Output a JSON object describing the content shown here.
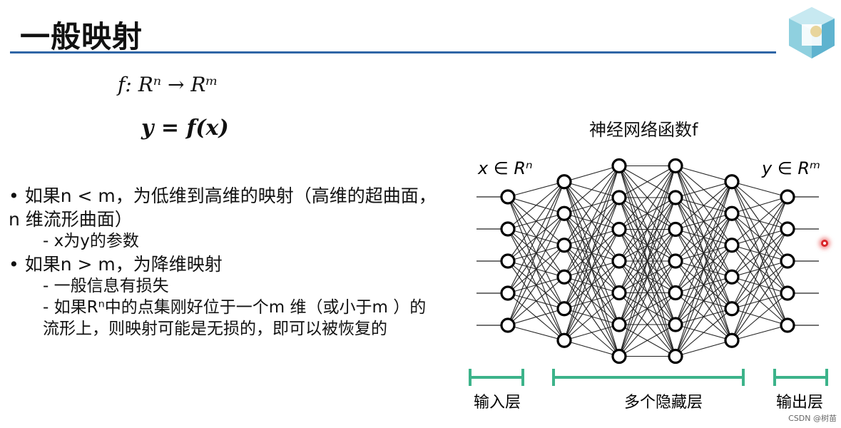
{
  "slide": {
    "title": "一般映射",
    "formula_map": "f: Rⁿ → Rᵐ",
    "formula_func": "y = f(x)",
    "bullets": [
      {
        "text": "如果n < m，为低维到高维的映射（高维的超曲面， n 维流形曲面）",
        "subs": [
          "x为y的参数"
        ]
      },
      {
        "text": "如果n > m，为降维映射",
        "subs": [
          "一般信息有损失",
          "如果Rⁿ中的点集刚好位于一个m 维（或小于m ）的流形上，则映射可能是无损的，即可以被恢复的"
        ]
      }
    ],
    "bullet_marker": "•",
    "sub_marker": "-",
    "watermark": "CSDN @树苗"
  },
  "diagram": {
    "caption": "神经网络函数f",
    "input_label": "x ∈ Rⁿ",
    "output_label": "y ∈ Rᵐ",
    "layer_sizes": [
      5,
      6,
      7,
      7,
      6,
      5
    ],
    "bracket_labels": [
      "输入层",
      "多个隐藏层",
      "输出层"
    ],
    "bracket_color": "#3cb38a"
  },
  "logo": {
    "icon": "hexagon-cube-logo-icon",
    "colors": [
      "#7ec8d8",
      "#e8d9a0",
      "#4aa4c4"
    ]
  }
}
